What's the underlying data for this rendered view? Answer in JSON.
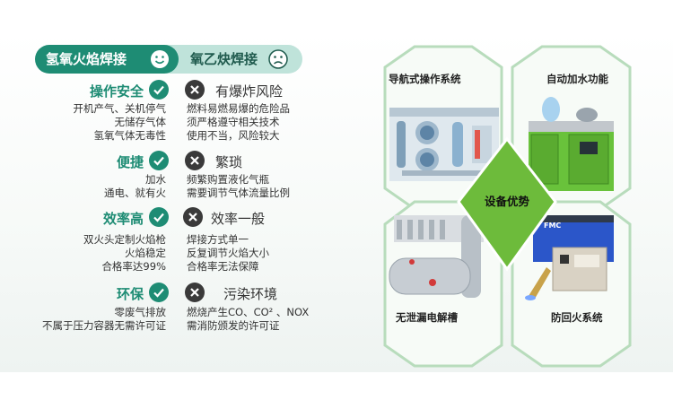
{
  "comparison": {
    "left_title": "氢氧火焰焊接",
    "right_title": "氧乙炔焊接",
    "rows": [
      {
        "left_heading": "操作安全",
        "right_heading": "有爆炸风险",
        "left_lines": [
          "开机产气、关机停气",
          "无储存气体",
          "氢氧气体无毒性"
        ],
        "right_lines": [
          "燃料易燃易爆的危险品",
          "须严格遵守相关技术",
          "使用不当，风险较大"
        ]
      },
      {
        "left_heading": "便捷",
        "right_heading": "繁琐",
        "left_lines": [
          "加水",
          "通电、就有火"
        ],
        "right_lines": [
          "频繁购置液化气瓶",
          "需要调节气体流量比例"
        ]
      },
      {
        "left_heading": "效率高",
        "right_heading": "效率一般",
        "left_lines": [
          "双火头定制火焰枪",
          "火焰稳定",
          "合格率达99%"
        ],
        "right_lines": [
          "焊接方式单一",
          "反复调节火焰大小",
          "合格率无法保障"
        ]
      },
      {
        "left_heading": "环保",
        "right_heading": "污染环境",
        "left_lines": [
          "零废气排放",
          "不属于压力容器无需许可证"
        ],
        "right_lines": [
          "燃烧产生CO、CO² 、NOX",
          "需消防颁发的许可证"
        ]
      }
    ]
  },
  "advantages": {
    "center_label": "设备优势",
    "items": [
      {
        "label": "导航式操作系统"
      },
      {
        "label": "自动加水功能"
      },
      {
        "label": "无泄漏电解槽"
      },
      {
        "label": "防回火系统"
      }
    ],
    "photo_text": "FMC"
  },
  "colors": {
    "accent": "#1e8c74",
    "light_accent": "#bfe3da",
    "hex_green": "#6dbb3b",
    "hex_border": "#b8dcbc"
  }
}
